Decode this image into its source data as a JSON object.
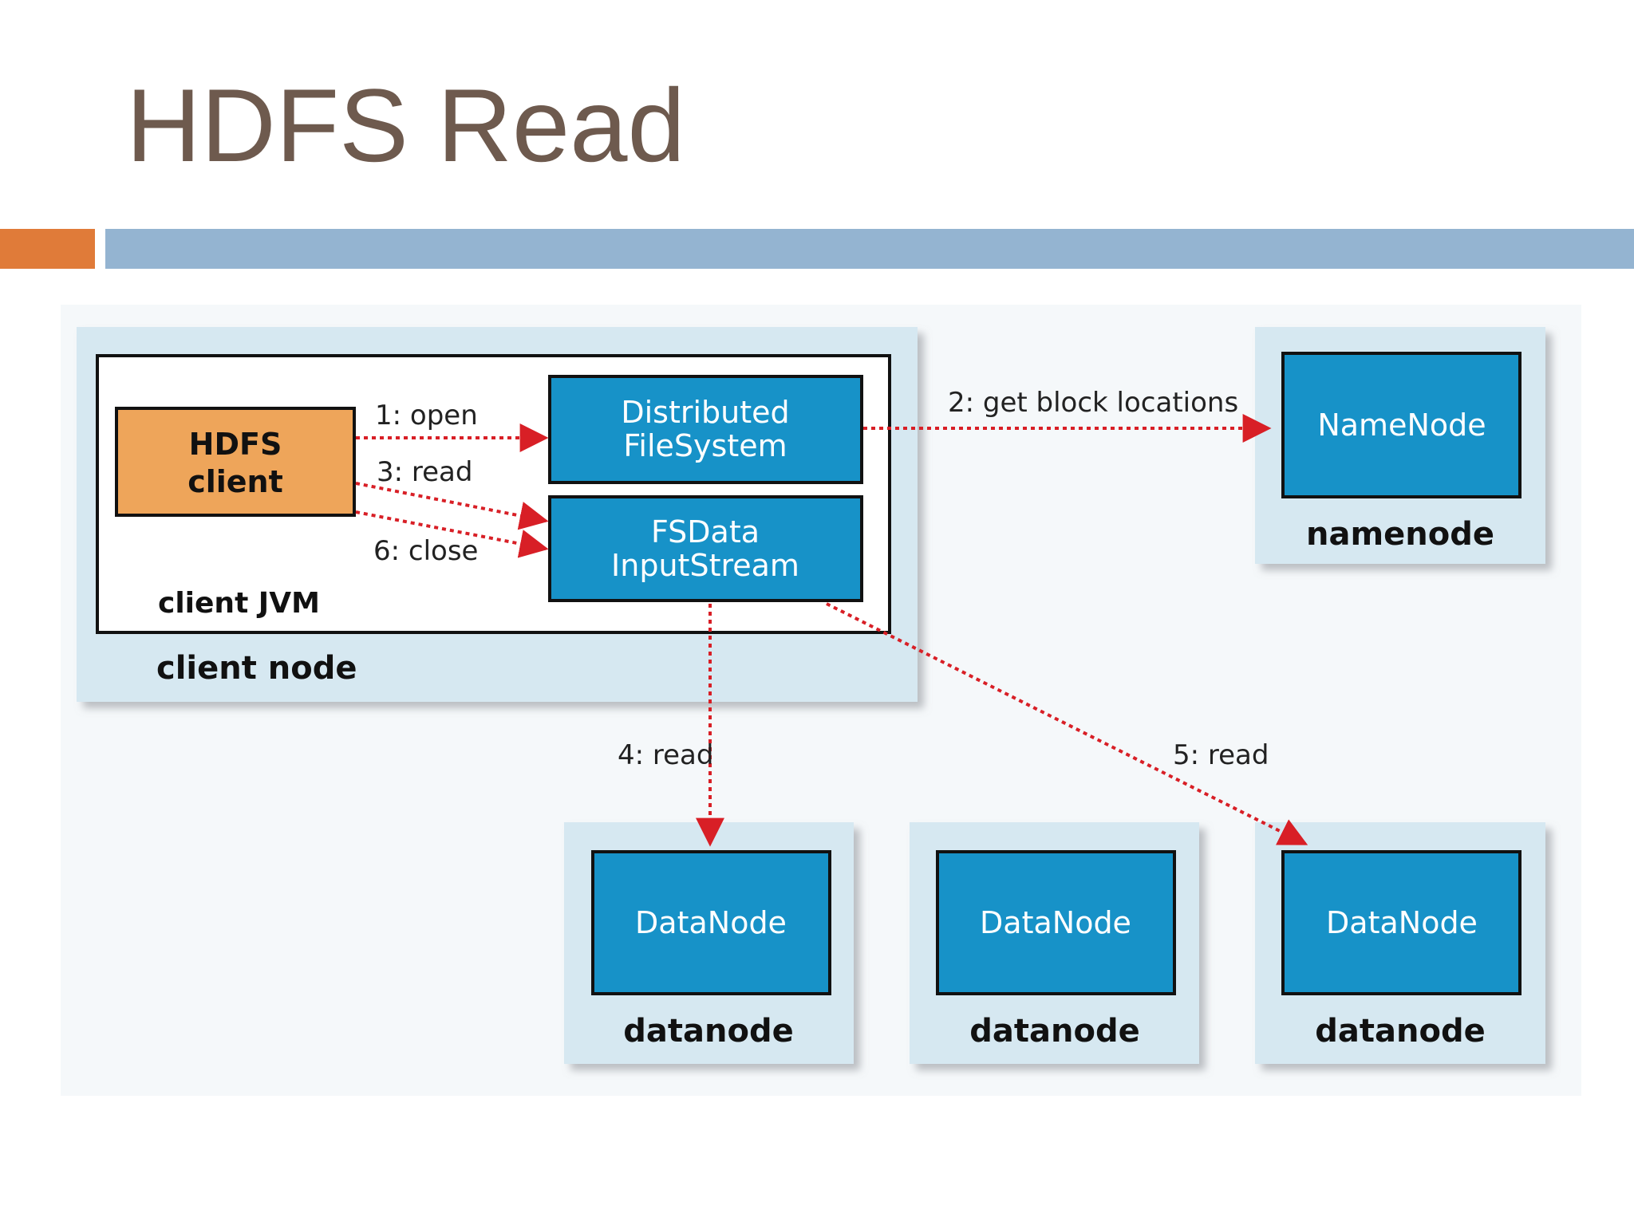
{
  "slide": {
    "title": "HDFS Read"
  },
  "colors": {
    "title_text": "#6e5a4e",
    "accent_orange": "#e07b39",
    "accent_blue": "#94b4d1",
    "node_shell": "#d6e8f1",
    "component_blue": "#1792c8",
    "client_orange": "#eea55a",
    "arrow_red": "#d81f26"
  },
  "diagram": {
    "client_node": {
      "label": "client node"
    },
    "client_jvm": {
      "label": "client JVM"
    },
    "hdfs_client": {
      "line1": "HDFS",
      "line2": "client"
    },
    "distributed_filesystem": {
      "line1": "Distributed",
      "line2": "FileSystem"
    },
    "fsdata_inputstream": {
      "line1": "FSData",
      "line2": "InputStream"
    },
    "namenode_host": {
      "inner": "NameNode",
      "label": "namenode"
    },
    "datanodes": [
      {
        "inner": "DataNode",
        "label": "datanode"
      },
      {
        "inner": "DataNode",
        "label": "datanode"
      },
      {
        "inner": "DataNode",
        "label": "datanode"
      }
    ],
    "steps": {
      "open": "1: open",
      "get_block_locations": "2: get block locations",
      "read_stream": "3: read",
      "read_first_datanode": "4: read",
      "read_third_datanode": "5: read",
      "close": "6: close"
    }
  }
}
